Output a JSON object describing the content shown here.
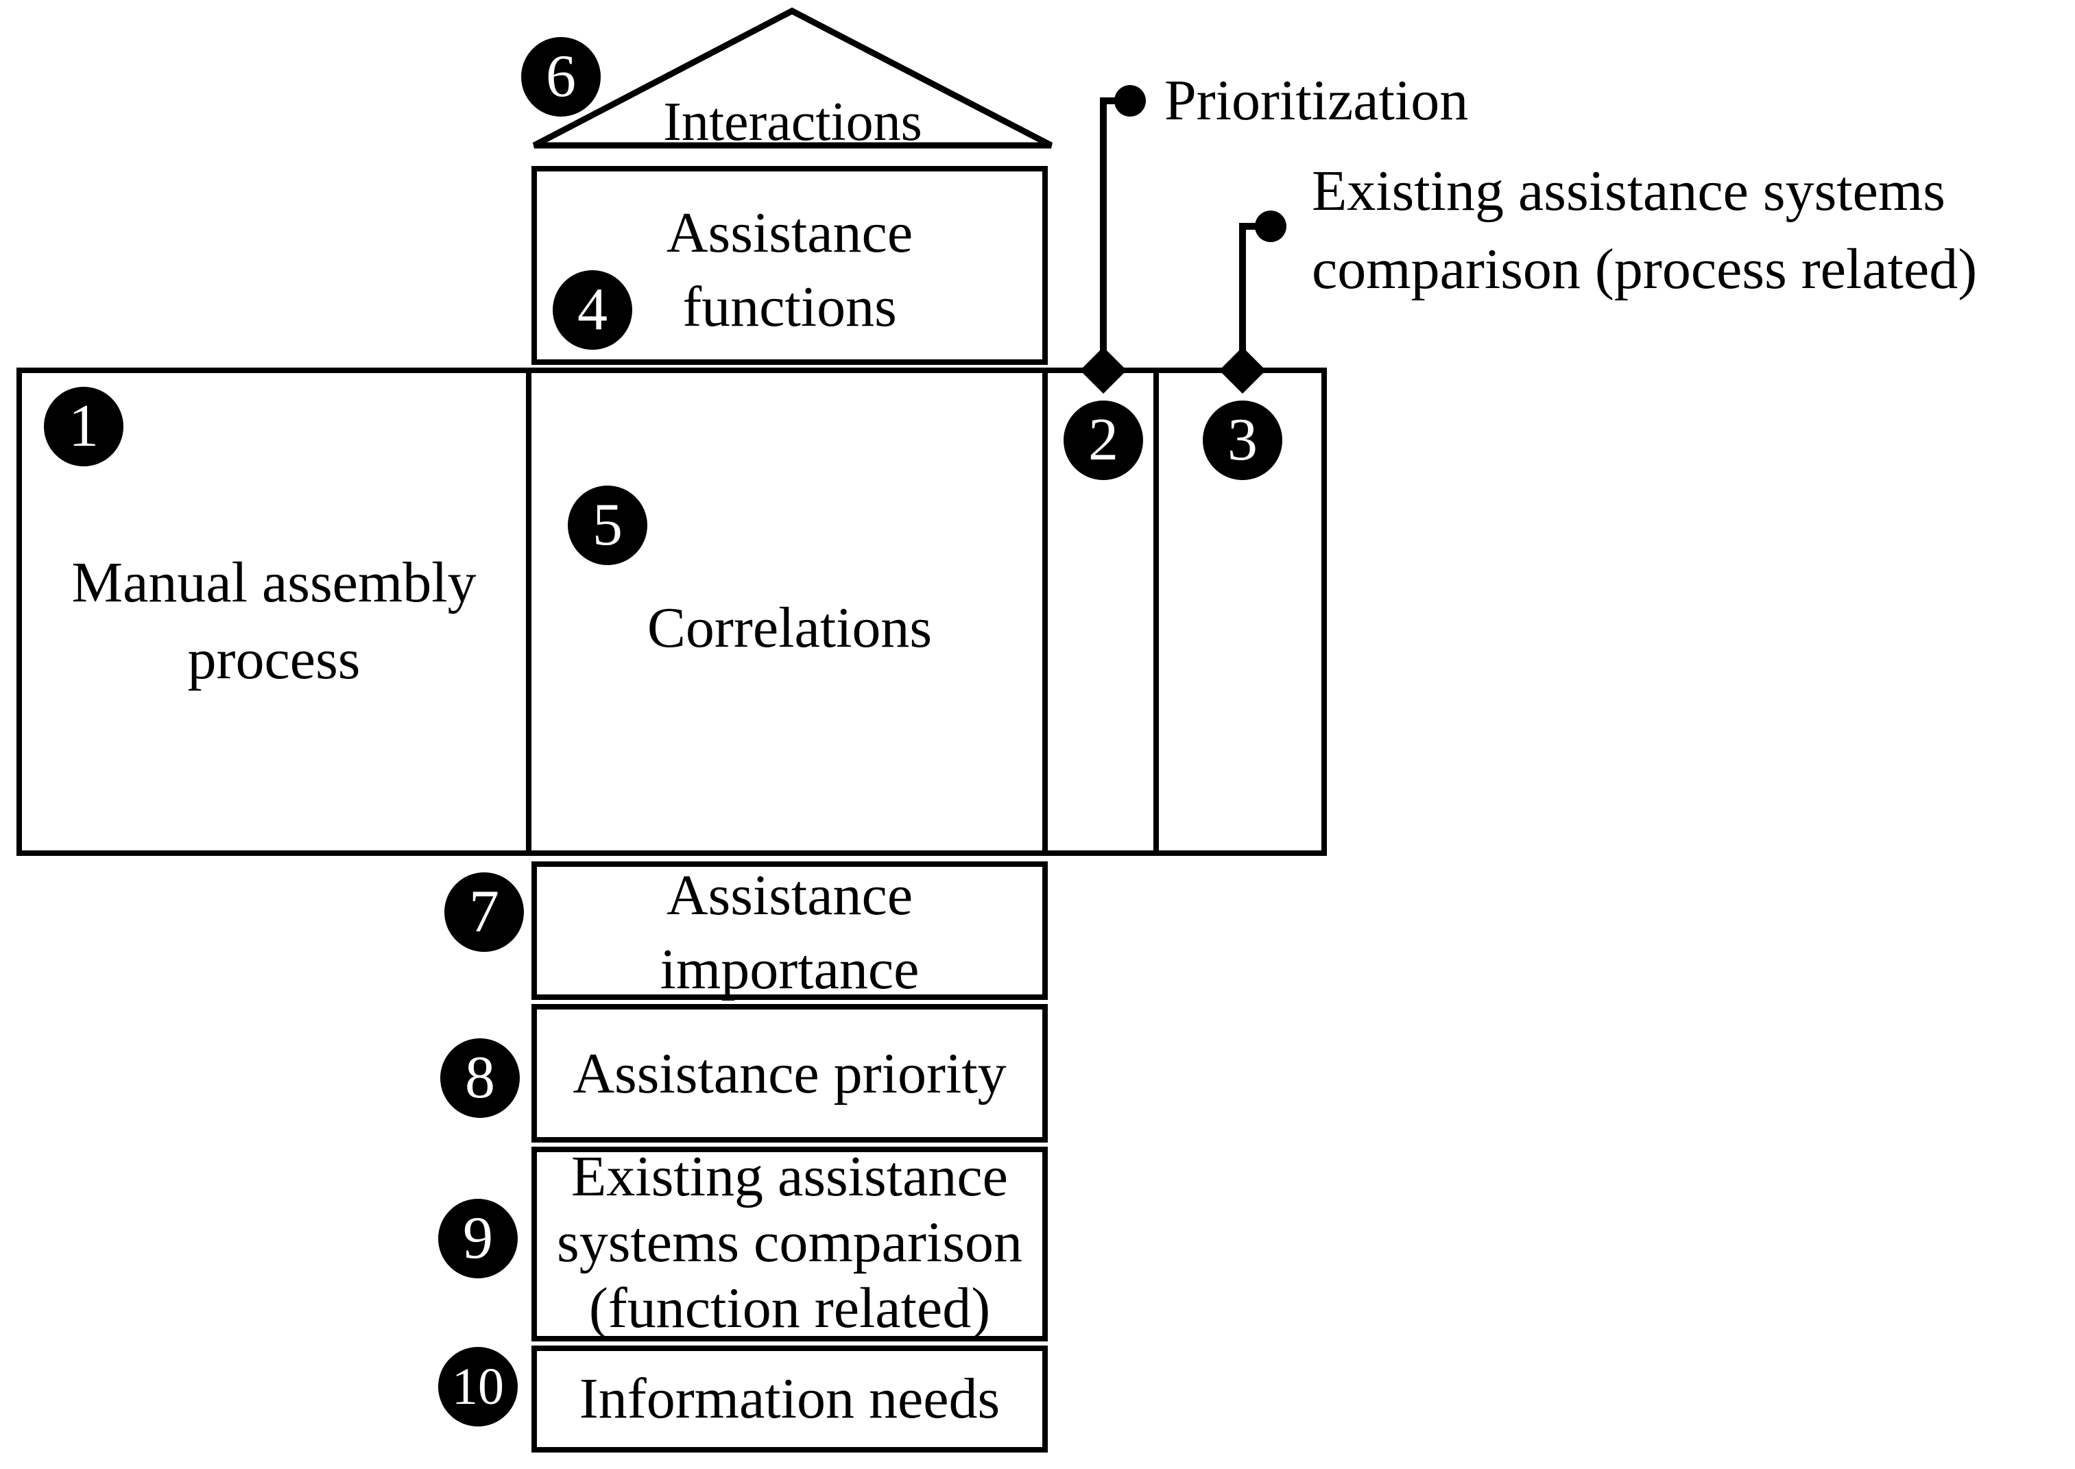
{
  "colors": {
    "ink": "#000000",
    "paper": "#ffffff"
  },
  "roof": {
    "badge": "6",
    "label": "Interactions"
  },
  "boxes": {
    "manual_process": {
      "badge": "1",
      "lines": [
        "Manual assembly",
        "process"
      ]
    },
    "assistance_functions": {
      "badge": "4",
      "lines": [
        "Assistance",
        "functions"
      ]
    },
    "correlations": {
      "badge": "5",
      "label": "Correlations"
    },
    "assistance_importance": {
      "badge": "7",
      "lines": [
        "Assistance",
        "importance"
      ]
    },
    "assistance_priority": {
      "badge": "8",
      "label": "Assistance priority"
    },
    "existing_function": {
      "badge": "9",
      "lines": [
        "Existing assistance",
        "systems comparison",
        "(function related)"
      ]
    },
    "information_needs": {
      "badge": "10",
      "label": "Information needs"
    }
  },
  "callouts": {
    "prioritization": {
      "badge": "2",
      "label": "Prioritization"
    },
    "existing_process": {
      "badge": "3",
      "lines": [
        "Existing assistance systems",
        "comparison (process related)"
      ]
    }
  }
}
